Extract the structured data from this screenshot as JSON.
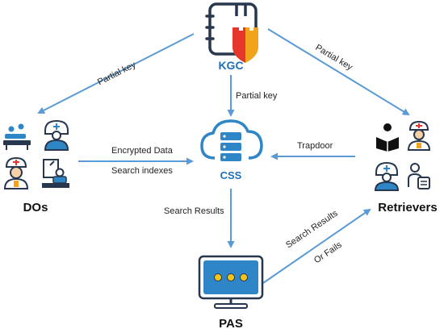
{
  "colors": {
    "arrow": "#5b9bd5",
    "cloud": "#2f86c7",
    "kgc_outline": "#27374d",
    "kgc_shield": "#f0a31b",
    "kgc_shield_red": "#e6352b",
    "pas_screen": "#2f86c7",
    "pas_dots": "#f5c518",
    "text_blue": "#1f6fb7",
    "text_dark": "#111111"
  },
  "nodes": {
    "kgc": {
      "label": "KGC",
      "icon": "key-generation-center-icon"
    },
    "css": {
      "label": "CSS",
      "icon": "cloud-server-icon"
    },
    "dos": {
      "label": "DOs",
      "icon": "data-owners-icon"
    },
    "retrievers": {
      "label": "Retrievers",
      "icon": "retrievers-icon"
    },
    "pas": {
      "label": "PAS",
      "icon": "monitor-icon"
    }
  },
  "edges": {
    "kgc_to_dos": "Partial key",
    "kgc_to_css": "Partial key",
    "kgc_to_retrievers": "Partial key",
    "dos_to_css_line1": "Encrypted Data",
    "dos_to_css_line2": "Search indexes",
    "retrievers_to_css": "Trapdoor",
    "css_to_pas": "Search Results",
    "pas_to_retrievers_line1": "Search Results",
    "pas_to_retrievers_line2": "Or Fails"
  }
}
